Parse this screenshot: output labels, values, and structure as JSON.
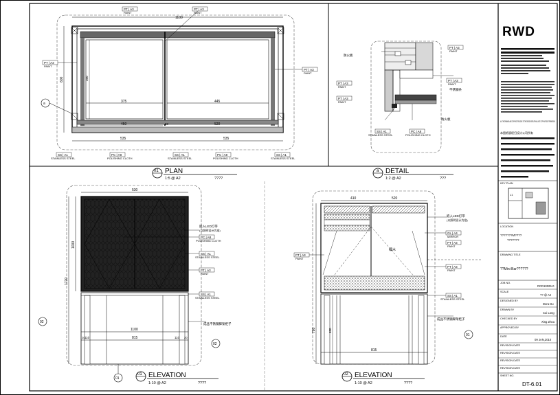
{
  "sheet": {
    "logo": "RWD",
    "sheet_no_label": "SHEET NO.",
    "sheet_no": "DT-6.01",
    "job_no_label": "JOB NO.",
    "job_no": "RCD10025-0",
    "scale_label": "SCALE",
    "scale": "?? @ A2",
    "designed_by_label": "DESIGNED BY",
    "designed_by": "Dora Du",
    "drawn_by_label": "DRAWN BY",
    "drawn_by": "Cui Long",
    "checked_by_label": "CHECKED BY",
    "checked_by": "Xing Zhou",
    "approved_by_label": "APPROVED BY",
    "date_label": "DATE",
    "date": "09 JAN,2010",
    "revision_label": "REVISION DATE",
    "key_plan_label": "KEY PLAN",
    "location_label": "LOCATION",
    "location": "???????M????",
    "location2": "???????",
    "drawing_title_label": "DRAWING TITLE",
    "drawing_title": "??Mini Bar??????"
  },
  "views": {
    "plan": {
      "num": "01",
      "title": "PLAN",
      "scale": "1:5 @ A2",
      "note": "????"
    },
    "detail": {
      "num": "a",
      "title": "DETAIL",
      "scale": "1:2 @ A2",
      "note": "???"
    },
    "elev1": {
      "num": "01",
      "title": "ELEVATION",
      "scale": "1:10 @ A2",
      "note": "????"
    },
    "elev2": {
      "num": "02",
      "title": "ELEVATION",
      "scale": "1:10 @ A2",
      "note": "????"
    }
  },
  "tags": {
    "pt_a3": "PT | A3",
    "paint": "PAINT",
    "ss_a1": "SS | A1",
    "stainless": "STAINLESS STEEL",
    "pc_a8": "PC | A8",
    "polishing": "POLISHING CLOTH",
    "gl_a4": "GL | A4",
    "mirror": "MIRROR",
    "qmarks": "?????"
  },
  "dims": {
    "plan_top": "1100",
    "plan_left": "600",
    "plan_inner": "380",
    "plan_375": "375",
    "plan_445": "445",
    "plan_450": "450",
    "plan_520": "520",
    "plan_50": "50",
    "plan_535": "535",
    "e1_top": "530",
    "e1_1000": "1000",
    "e1_1720": "1720",
    "e1_1100": "1100",
    "e1_815": "815",
    "e1_110": "110",
    "e1_20": "20",
    "e2_top1": "410",
    "e2_top2": "520",
    "e2_780": "780",
    "e2_680": "680",
    "e2_815": "815"
  },
  "notes": {
    "led": "嵌入LED灯带",
    "led2": "(以照明设计为准)",
    "detail_a": "防火板",
    "detail_b": "不锈钢条",
    "elev_right": "成品不锈钢脚架柜子",
    "door": "细木"
  },
  "legal_en": "ALL THE DRAWING AND COPYRIGHT BELONG TO THE DESIGN GROUP SHALL NOT COPY WITHOUT PERMISSION.",
  "legal_cn": "本图纸版权归设计公司所有"
}
